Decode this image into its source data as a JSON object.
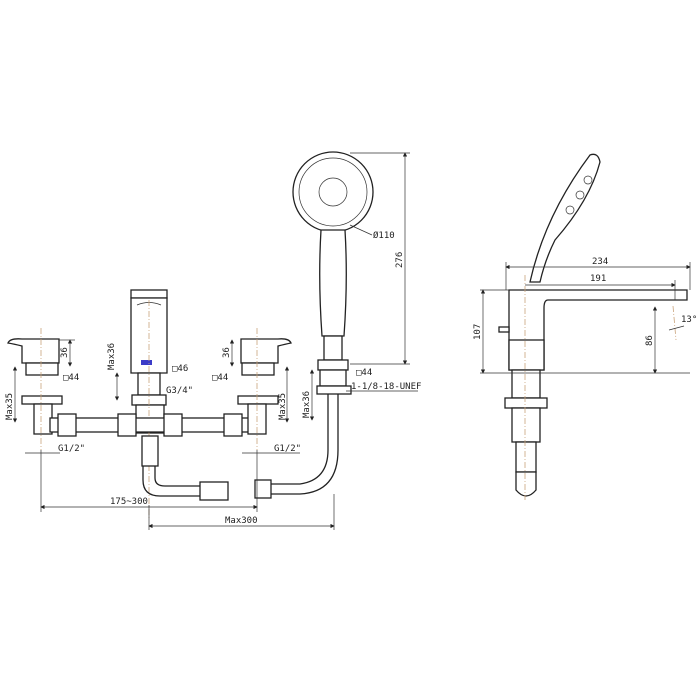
{
  "front_view": {
    "left_handle": {
      "height": "36",
      "square": "□44",
      "max_depth": "Max35",
      "thread": "G1/2\""
    },
    "spout": {
      "max_depth": "Max36",
      "square": "□46",
      "thread": "G3/4\""
    },
    "right_handle": {
      "height": "36",
      "square": "□44",
      "max_depth": "Max35",
      "thread": "G1/2\""
    },
    "hand_shower": {
      "diameter": "Ø110",
      "height": "276",
      "square": "□44",
      "thread": "1-1/8-18-UNEF",
      "max_depth": "Max36"
    },
    "spacing": "175~300",
    "hose_reach": "Max300"
  },
  "side_view": {
    "overall_length": "234",
    "spout_reach": "191",
    "overall_height": "107",
    "spout_height": "86",
    "spout_angle": "13°"
  },
  "colors": {
    "line": "#222222",
    "centerline": "#c9a27a",
    "logo": "#3b3bc8"
  }
}
